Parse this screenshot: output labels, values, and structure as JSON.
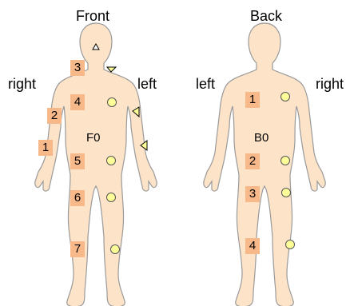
{
  "front": {
    "title": "Front",
    "side_right": "right",
    "side_left": "left",
    "center_label": "F0",
    "markers": [
      "1",
      "2",
      "3",
      "4",
      "5",
      "6",
      "7"
    ]
  },
  "back": {
    "title": "Back",
    "side_left": "left",
    "side_right": "right",
    "center_label": "B0",
    "markers": [
      "1",
      "2",
      "3",
      "4"
    ]
  },
  "colors": {
    "body_fill": "#fde3c8",
    "body_stroke": "#9a9a9a",
    "marker_box": "#f7b88a",
    "sensor_dot": "#ffff99"
  }
}
